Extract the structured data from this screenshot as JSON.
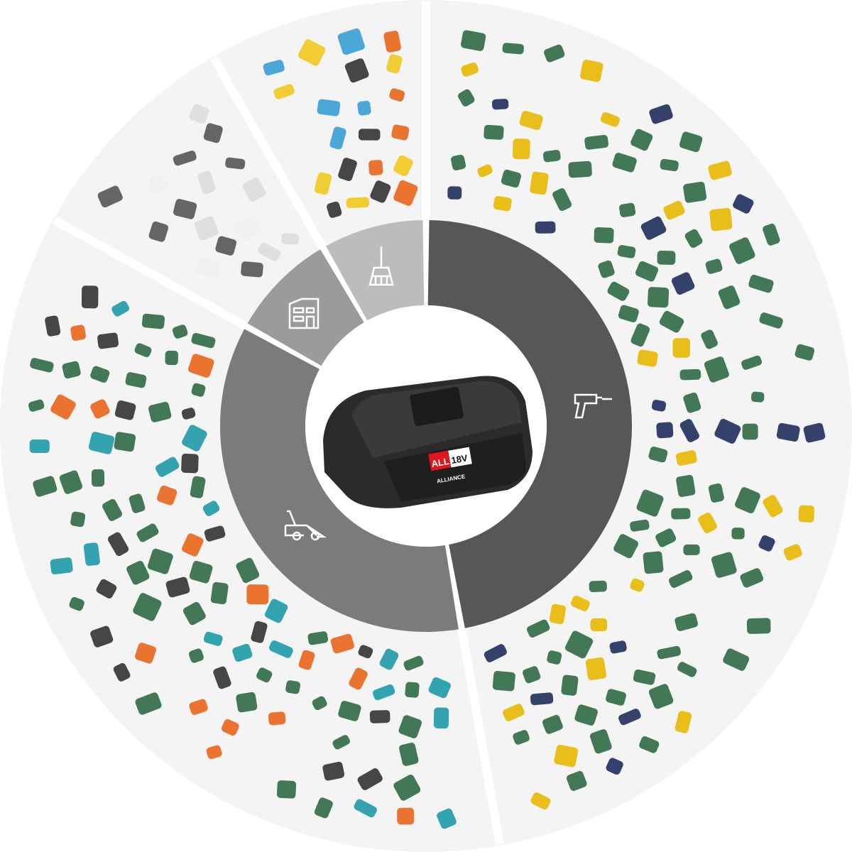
{
  "colors": {
    "outer_ring": "#f4f4f4",
    "gap": "#ffffff",
    "power_tools_segment": "#575757",
    "garden_segment": "#7b7b7b",
    "household_segment": "#9b9b9b",
    "cleaning_segment": "#bcbcbc",
    "center": "#ffffff",
    "battery_body": "#2b2b2b",
    "logo_red": "#e3141b"
  },
  "segments": [
    {
      "id": "power-tools",
      "icon": "drill-icon"
    },
    {
      "id": "garden",
      "icon": "lawnmower-icon"
    },
    {
      "id": "household",
      "icon": "house-icon"
    },
    {
      "id": "cleaning",
      "icon": "broom-icon"
    }
  ],
  "battery": {
    "logo_badge": "ALL",
    "logo_voltage": "18V",
    "logo_wordmark": "ALLIANCE"
  }
}
